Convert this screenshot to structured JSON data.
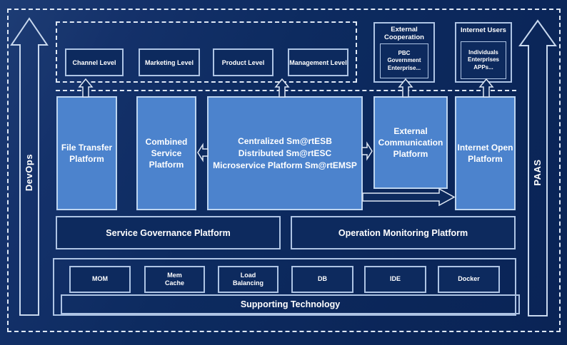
{
  "colors": {
    "background": "#0c2a5e",
    "platform_fill": "#4c83cd",
    "light_border": "#bdd5f0",
    "dark_box_fill": "#0d2a5e",
    "dark_box_border": "#aec4e4",
    "dashed_line": "#dfe8f5",
    "text": "#ffffff"
  },
  "icons": {
    "left_rail": "up-arrow",
    "right_rail": "up-arrow",
    "flow_vertical": "up-arrow",
    "flow_to_combined": "left-arrow",
    "flow_to_external_comm": "right-arrow",
    "flow_to_internet_open": "long-right-arrow"
  },
  "rails": {
    "left": "DevOps",
    "right": "PAAS"
  },
  "levels": [
    "Channel Level",
    "Marketing Level",
    "Product Level",
    "Management Level"
  ],
  "external_cooperation": {
    "title": "External Cooperation",
    "inner": "PBC Government Enterprise..."
  },
  "internet_users": {
    "title": "Internet Users",
    "inner": "Individuals Enterprises APPs..."
  },
  "platforms": {
    "file_transfer": "File Transfer Platform",
    "combined_service": "Combined Service Platform",
    "central_lines": [
      "Centralized Sm@rtESB",
      "Distributed Sm@rtESC",
      "Microservice Platform Sm@rtEMSP"
    ],
    "external_communication": "External Communication Platform",
    "internet_open": "Internet Open Platform"
  },
  "governance": {
    "service_governance": "Service Governance Platform",
    "operation_monitoring": "Operation Monitoring Platform"
  },
  "supporting": {
    "technologies": [
      "MOM",
      [
        "Mem",
        "Cache"
      ],
      [
        "Load",
        "Balancing"
      ],
      "DB",
      "IDE",
      "Docker"
    ],
    "bar": "Supporting Technology"
  }
}
